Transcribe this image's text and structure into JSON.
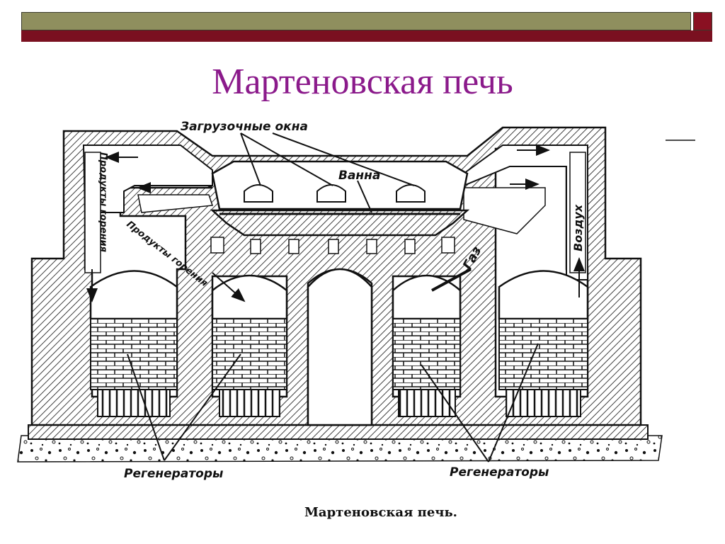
{
  "slide": {
    "title": "Мартеновская печь"
  },
  "diagram": {
    "labels": {
      "loading_windows": "Загрузочные окна",
      "bath": "Ванна",
      "combustion_products_left": "Продукты горения",
      "combustion_products_center": "Продукты горения",
      "gas": "Газ",
      "air": "Воздух",
      "regenerators_left": "Регенераторы",
      "regenerators_right": "Регенераторы"
    },
    "caption": "Мартеновская печь."
  },
  "colors": {
    "title": "#8b1a8b",
    "bar_olive": "#8f8f5e",
    "bar_maroon": "#7a1020"
  }
}
